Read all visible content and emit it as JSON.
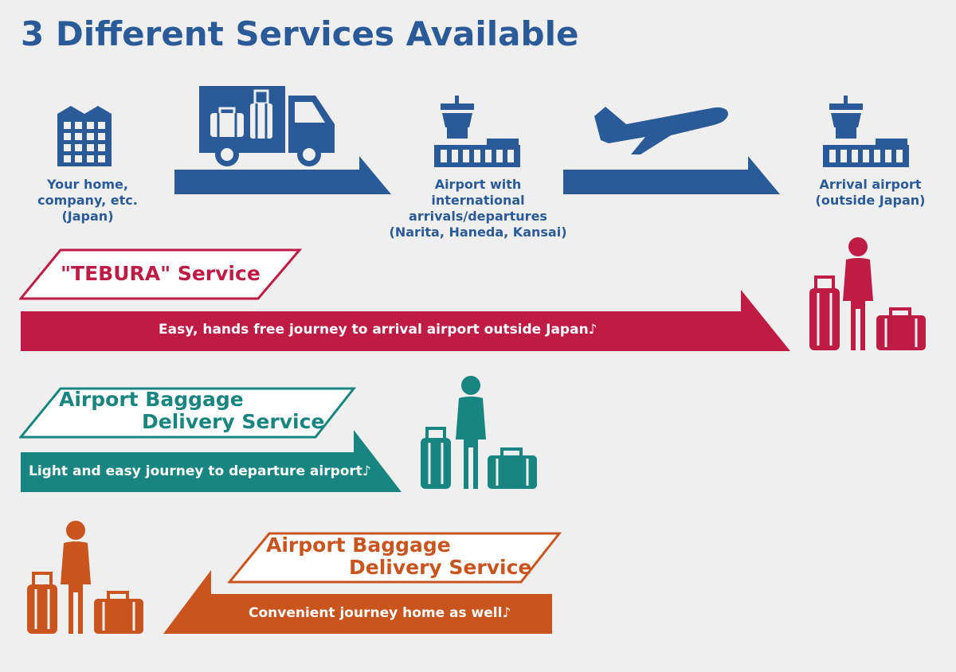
{
  "title": "3 Different Services Available",
  "colors": {
    "blue": "#2a5a98",
    "tebura": "#be1c45",
    "teal": "#198580",
    "orange": "#c9541e"
  },
  "stops": [
    {
      "line1": "Your home,",
      "line2": "company, etc.",
      "line3": "(Japan)"
    },
    {
      "line1": "Airport with",
      "line2": "international",
      "line3": "arrivals/departures",
      "line4": "(Narita, Haneda, Kansai)"
    },
    {
      "line1": "Arrival airport",
      "line2": "(outside Japan)"
    }
  ],
  "services": [
    {
      "label": "\"TEBURA\" Service",
      "description": "Easy, hands free journey to arrival airport outside Japan♪"
    },
    {
      "label_line1": "Airport Baggage",
      "label_line2": "Delivery Service",
      "description": "Light and easy journey to departure airport♪"
    },
    {
      "label_line1": "Airport Baggage",
      "label_line2": "Delivery Service",
      "description": "Convenient journey home as well♪"
    }
  ]
}
